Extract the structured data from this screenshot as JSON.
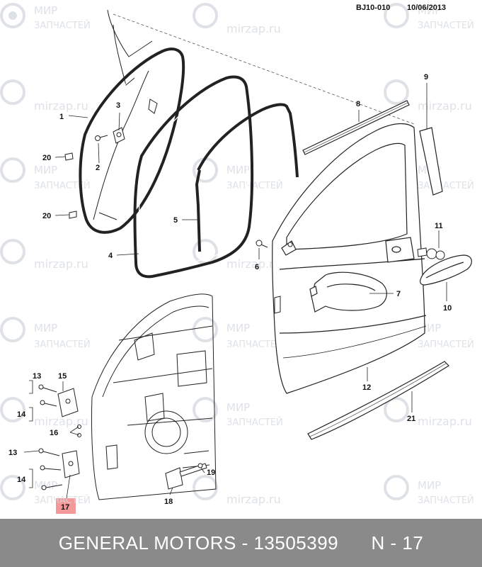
{
  "header": {
    "doc_id": "BJ10-010",
    "date": "10/06/2013"
  },
  "watermark": {
    "brand_line1": "МИР",
    "brand_line2": "ЗАПЧАСТЕЙ",
    "site": "mirzap.ru"
  },
  "callouts": {
    "c1": "1",
    "c2": "2",
    "c3": "3",
    "c4": "4",
    "c5": "5",
    "c6": "6",
    "c7": "7",
    "c8": "8",
    "c9": "9",
    "c10": "10",
    "c11": "11",
    "c12": "12",
    "c13a": "13",
    "c13b": "13",
    "c14a": "14",
    "c14b": "14",
    "c15": "15",
    "c16": "16",
    "c17": "17",
    "c18": "18",
    "c19": "19",
    "c20a": "20",
    "c20b": "20",
    "c21": "21"
  },
  "highlight": {
    "part": "17",
    "color": "#f39999"
  },
  "footer": {
    "brand": "GENERAL MOTORS",
    "separator": " - ",
    "part_number": "13505399",
    "gap": "      ",
    "ref": "N - 17"
  }
}
